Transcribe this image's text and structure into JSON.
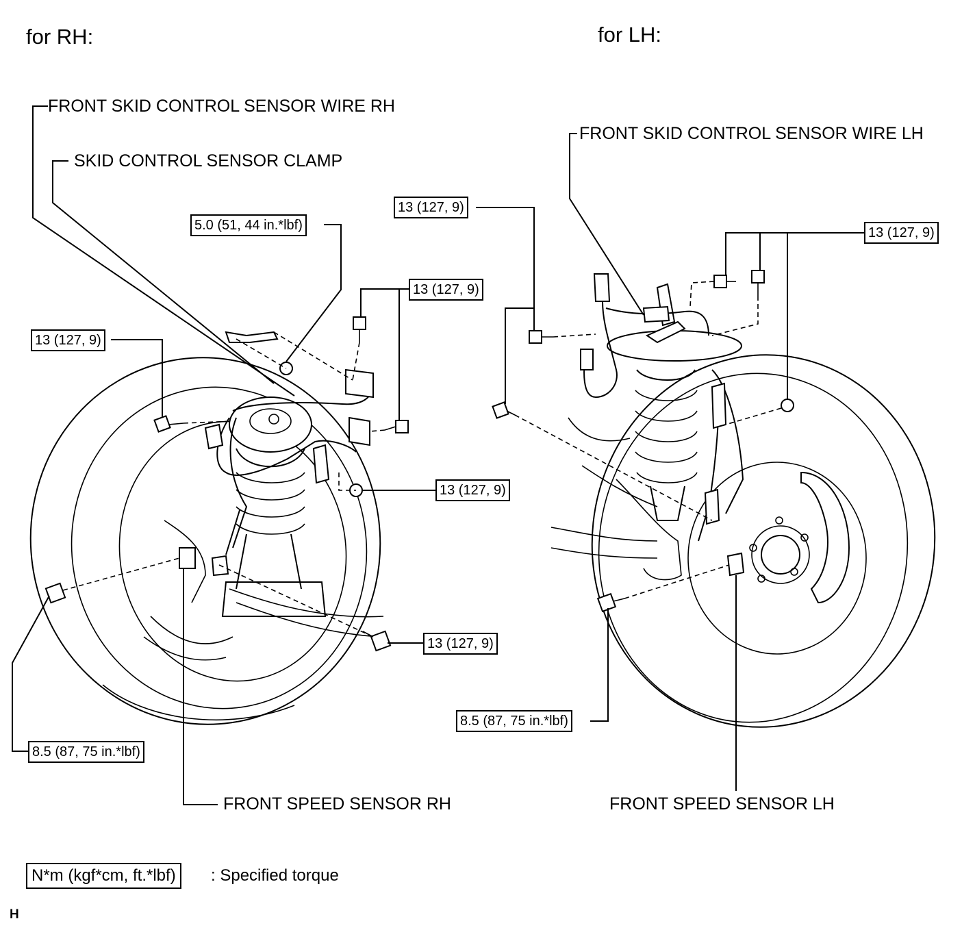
{
  "headings": {
    "rh": "for RH:",
    "lh": "for LH:"
  },
  "labels": {
    "wire_rh": "FRONT SKID CONTROL SENSOR WIRE RH",
    "clamp": "SKID CONTROL SENSOR CLAMP",
    "wire_lh": "FRONT SKID CONTROL SENSOR WIRE LH",
    "speed_rh": "FRONT SPEED SENSOR RH",
    "speed_lh": "FRONT SPEED SENSOR LH"
  },
  "torque": {
    "rh_clamp": "5.0 (51, 44 in.*lbf)",
    "rh_top": "13 (127, 9)",
    "rh_left": "13 (127, 9)",
    "rh_mid": "13 (127, 9)",
    "rh_bottom": "13 (127, 9)",
    "rh_sensor": "8.5 (87, 75 in.*lbf)",
    "lh_left": "13 (127, 9)",
    "lh_right": "13 (127, 9)",
    "lh_sensor": "8.5 (87, 75 in.*lbf)"
  },
  "legend": {
    "unit": "N*m (kgf*cm, ft.*lbf)",
    "text": ": Specified torque"
  },
  "corner_mark": "H"
}
